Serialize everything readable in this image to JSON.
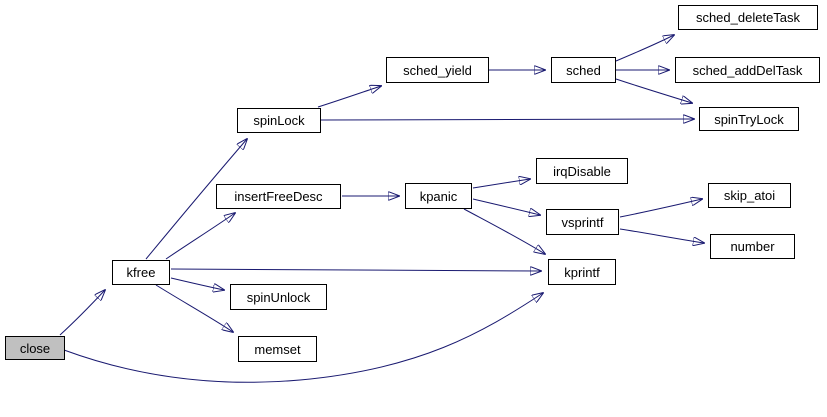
{
  "diagram": {
    "type": "call-graph",
    "root": "close",
    "colors": {
      "edge": "#191970",
      "node_border": "#000000",
      "node_fill": "#ffffff",
      "root_fill": "#c0c0c0",
      "text": "#000000",
      "background": "#ffffff"
    },
    "nodes": [
      {
        "id": "close",
        "label": "close",
        "highlighted": true
      },
      {
        "id": "kfree",
        "label": "kfree",
        "highlighted": false
      },
      {
        "id": "spinLock",
        "label": "spinLock",
        "highlighted": false
      },
      {
        "id": "insertFreeDesc",
        "label": "insertFreeDesc",
        "highlighted": false
      },
      {
        "id": "sched_yield",
        "label": "sched_yield",
        "highlighted": false
      },
      {
        "id": "sched",
        "label": "sched",
        "highlighted": false
      },
      {
        "id": "sched_deleteTask",
        "label": "sched_deleteTask",
        "highlighted": false
      },
      {
        "id": "sched_addDelTask",
        "label": "sched_addDelTask",
        "highlighted": false
      },
      {
        "id": "spinTryLock",
        "label": "spinTryLock",
        "highlighted": false
      },
      {
        "id": "kpanic",
        "label": "kpanic",
        "highlighted": false
      },
      {
        "id": "irqDisable",
        "label": "irqDisable",
        "highlighted": false
      },
      {
        "id": "vsprintf",
        "label": "vsprintf",
        "highlighted": false
      },
      {
        "id": "skip_atoi",
        "label": "skip_atoi",
        "highlighted": false
      },
      {
        "id": "number",
        "label": "number",
        "highlighted": false
      },
      {
        "id": "kprintf",
        "label": "kprintf",
        "highlighted": false
      },
      {
        "id": "spinUnlock",
        "label": "spinUnlock",
        "highlighted": false
      },
      {
        "id": "memset",
        "label": "memset",
        "highlighted": false
      }
    ],
    "edges": [
      {
        "from": "close",
        "to": "kfree"
      },
      {
        "from": "close",
        "to": "kprintf"
      },
      {
        "from": "kfree",
        "to": "spinLock"
      },
      {
        "from": "kfree",
        "to": "insertFreeDesc"
      },
      {
        "from": "kfree",
        "to": "kprintf"
      },
      {
        "from": "kfree",
        "to": "spinUnlock"
      },
      {
        "from": "kfree",
        "to": "memset"
      },
      {
        "from": "spinLock",
        "to": "sched_yield"
      },
      {
        "from": "spinLock",
        "to": "spinTryLock"
      },
      {
        "from": "sched_yield",
        "to": "sched"
      },
      {
        "from": "sched",
        "to": "sched_deleteTask"
      },
      {
        "from": "sched",
        "to": "sched_addDelTask"
      },
      {
        "from": "sched",
        "to": "spinTryLock"
      },
      {
        "from": "insertFreeDesc",
        "to": "kpanic"
      },
      {
        "from": "kpanic",
        "to": "irqDisable"
      },
      {
        "from": "kpanic",
        "to": "vsprintf"
      },
      {
        "from": "kpanic",
        "to": "kprintf"
      },
      {
        "from": "vsprintf",
        "to": "skip_atoi"
      },
      {
        "from": "vsprintf",
        "to": "number"
      }
    ]
  }
}
